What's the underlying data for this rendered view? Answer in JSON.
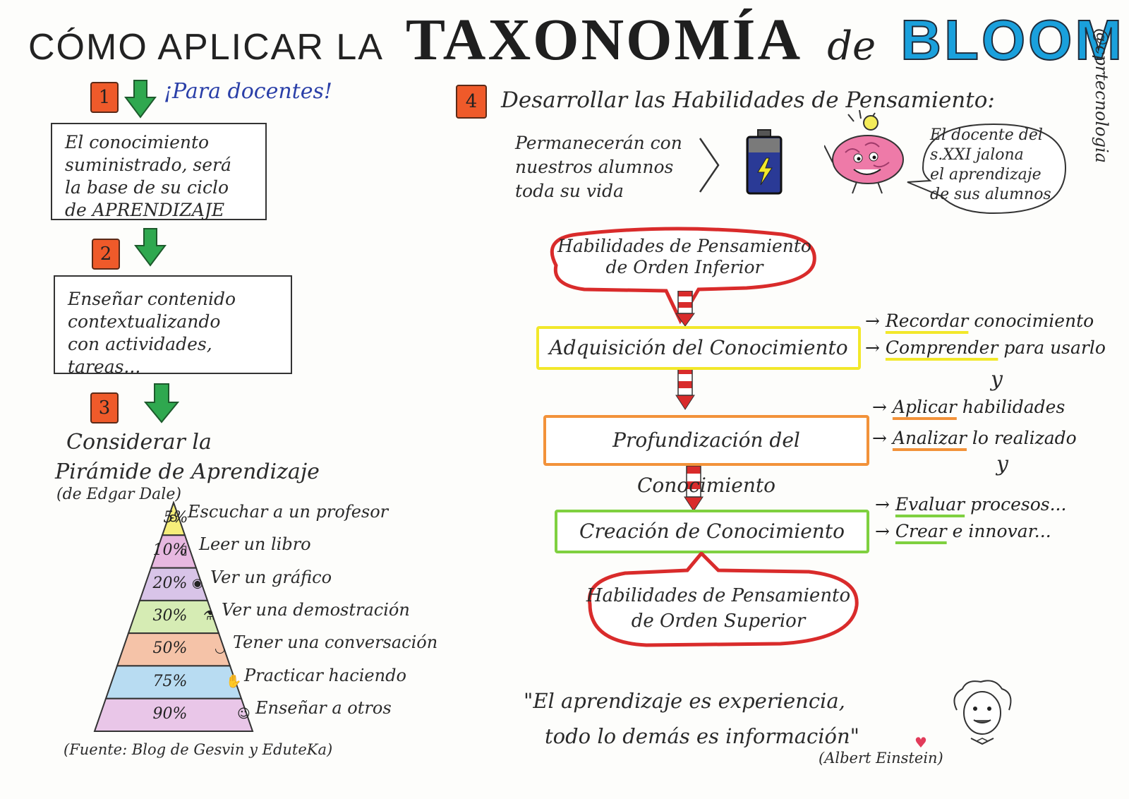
{
  "title": {
    "part1": "CÓMO APLICAR LA",
    "part2": "TAXONOMÍA",
    "part3": "de",
    "part4": "BLOOM"
  },
  "handle": "@cprtecnologia",
  "step1": {
    "number": "1",
    "heading": "¡Para docentes!",
    "text_lines": [
      "El conocimiento",
      "suministrado, será",
      "la base de su ciclo",
      "de APRENDIZAJE"
    ]
  },
  "step2": {
    "number": "2",
    "text_lines": [
      "Enseñar contenido",
      "contextualizando",
      "con actividades, tareas..."
    ]
  },
  "step3": {
    "number": "3",
    "heading_lines": [
      "Considerar la",
      "Pirámide de Aprendizaje"
    ],
    "subheading": "(de Edgar Dale)",
    "pyramid": [
      {
        "percent": "5%",
        "activity": "Escuchar a un profesor",
        "icon": "ear-icon",
        "color": "#f6ee7a"
      },
      {
        "percent": "10%",
        "activity": "Leer un libro",
        "icon": "book-icon",
        "color": "#e7b8e0"
      },
      {
        "percent": "20%",
        "activity": "Ver un gráfico",
        "icon": "eye-icon",
        "color": "#d8c4e8"
      },
      {
        "percent": "30%",
        "activity": "Ver una demostración",
        "icon": "flask-icon",
        "color": "#d6ecb4"
      },
      {
        "percent": "50%",
        "activity": "Tener una conversación",
        "icon": "lips-icon",
        "color": "#f5c3a8"
      },
      {
        "percent": "75%",
        "activity": "Practicar haciendo",
        "icon": "hand-icon",
        "color": "#b8dcf2"
      },
      {
        "percent": "90%",
        "activity": "Enseñar a otros",
        "icon": "teacher-icon",
        "color": "#e9c6e8"
      }
    ],
    "source": "(Fuente: Blog de Gesvin y EduteKa)"
  },
  "step4": {
    "number": "4",
    "heading": "Desarrollar las Habilidades de Pensamiento:",
    "lifetime_lines": [
      "Permanecerán con",
      "nuestros alumnos",
      "toda su vida"
    ],
    "speech_lines": [
      "El docente del",
      "s.XXI jalona",
      "el aprendizaje",
      "de sus alumnos"
    ],
    "lower_order_lines": [
      "Habilidades de Pensamiento",
      "de Orden Inferior"
    ],
    "higher_order_lines": [
      "Habilidades de Pensamiento",
      "de Orden Superior"
    ],
    "phases": [
      {
        "label": "Adquisición del Conocimiento",
        "color": "#f2e82a",
        "verbs": [
          {
            "verb": "Recordar",
            "rest": "conocimiento"
          },
          {
            "verb": "Comprender",
            "rest": "para usarlo"
          }
        ]
      },
      {
        "label": "Profundización del Conocimiento",
        "color": "#f2923a",
        "verbs": [
          {
            "verb": "Aplicar",
            "rest": "habilidades"
          },
          {
            "verb": "Analizar",
            "rest": "lo realizado"
          }
        ]
      },
      {
        "label": "Creación de Conocimiento",
        "color": "#7fd040",
        "verbs": [
          {
            "verb": "Evaluar",
            "rest": "procesos..."
          },
          {
            "verb": "Crear",
            "rest": "e innovar..."
          }
        ]
      }
    ],
    "connector": "y"
  },
  "quote": {
    "lines": [
      "\"El aprendizaje es experiencia,",
      "todo lo demás es información\""
    ],
    "author": "(Albert Einstein)"
  },
  "colors": {
    "step_badge": "#ef5a2a",
    "arrow_green": "#2fa84f",
    "bloom_blue": "#1aa0dc",
    "bubble_red": "#d92b2b",
    "ink_blue": "#2a3fa8"
  }
}
